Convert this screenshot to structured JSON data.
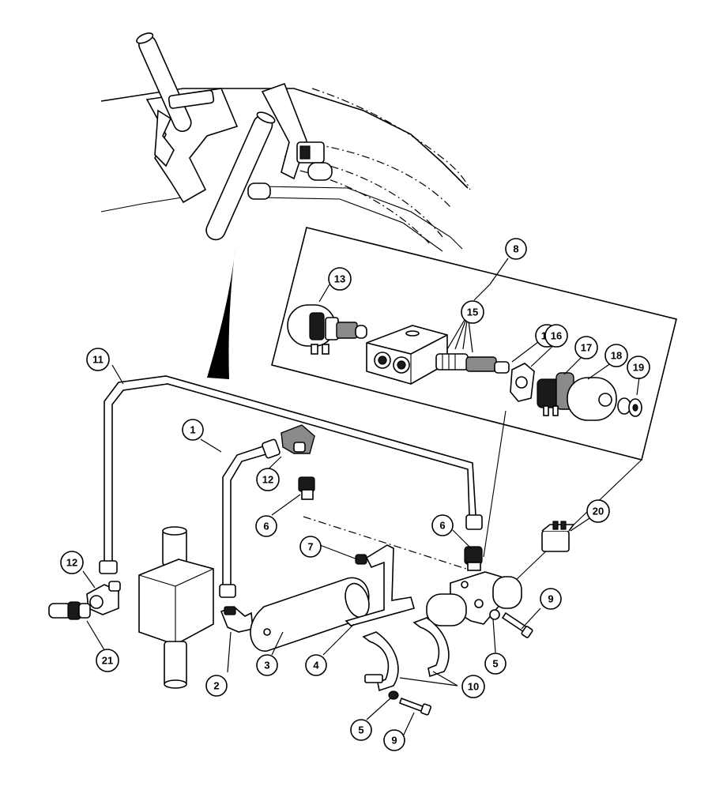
{
  "callouts": [
    {
      "id": "c1",
      "label": "1"
    },
    {
      "id": "c2",
      "label": "2"
    },
    {
      "id": "c3",
      "label": "3"
    },
    {
      "id": "c4",
      "label": "4"
    },
    {
      "id": "c5a",
      "label": "5"
    },
    {
      "id": "c5b",
      "label": "5"
    },
    {
      "id": "c6a",
      "label": "6"
    },
    {
      "id": "c6b",
      "label": "6"
    },
    {
      "id": "c7",
      "label": "7"
    },
    {
      "id": "c8",
      "label": "8"
    },
    {
      "id": "c9a",
      "label": "9"
    },
    {
      "id": "c9b",
      "label": "9"
    },
    {
      "id": "c10",
      "label": "10"
    },
    {
      "id": "c11",
      "label": "11"
    },
    {
      "id": "c12a",
      "label": "12"
    },
    {
      "id": "c12b",
      "label": "12"
    },
    {
      "id": "c13",
      "label": "13"
    },
    {
      "id": "c14",
      "label": "14"
    },
    {
      "id": "c15",
      "label": "15"
    },
    {
      "id": "c16",
      "label": "16"
    },
    {
      "id": "c17",
      "label": "17"
    },
    {
      "id": "c18",
      "label": "18"
    },
    {
      "id": "c19",
      "label": "19"
    },
    {
      "id": "c20",
      "label": "20"
    },
    {
      "id": "c21",
      "label": "21"
    }
  ]
}
